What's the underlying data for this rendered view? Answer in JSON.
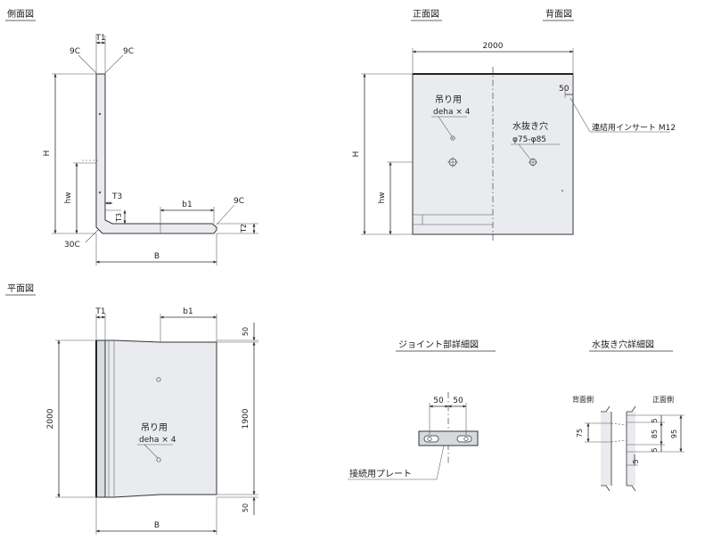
{
  "titles": {
    "side": "側面図",
    "front": "正面図",
    "back": "背面図",
    "plan": "平面図",
    "joint": "ジョイント部詳細図",
    "drain": "水抜き穴詳細図"
  },
  "side_view": {
    "T1": "T1",
    "chamfer_left": "9C",
    "chamfer_right": "9C",
    "H": "H",
    "hw": "hw",
    "T3": "T3",
    "T3_vertical": "T3",
    "b1": "b1",
    "chamfer_toe": "9C",
    "T2": "T2",
    "chamfer_heel": "30C",
    "B": "B"
  },
  "front_view": {
    "width": "2000",
    "H": "H",
    "hw": "hw",
    "lifting_label": "吊り用",
    "lifting_spec": "deha × 4",
    "drain_label": "水抜き穴",
    "drain_spec": "φ75-φ85",
    "insert_offset": "50",
    "insert_label": "連結用インサート M12"
  },
  "plan_view": {
    "T1": "T1",
    "b1": "b1",
    "length": "2000",
    "top_offset": "50",
    "inner_length": "1900",
    "bottom_offset": "50",
    "lifting_label": "吊り用",
    "lifting_spec": "deha × 4",
    "B": "B"
  },
  "joint_detail": {
    "left_dim": "50",
    "right_dim": "50",
    "plate_label": "接続用プレート"
  },
  "drain_detail": {
    "back_side": "背面側",
    "front_side": "正面側",
    "dim_75": "75",
    "dim_5_top": "5",
    "dim_85": "85",
    "dim_95": "95",
    "dim_5_mid": "5",
    "dim_5_bottom": "5"
  }
}
